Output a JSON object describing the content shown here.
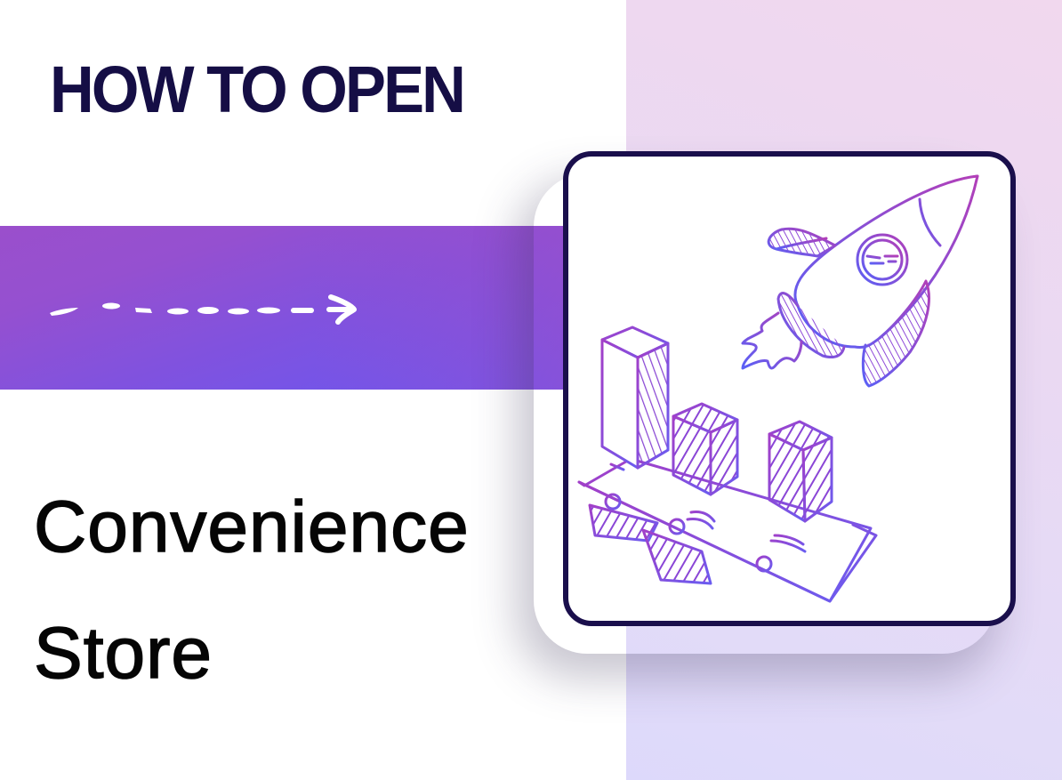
{
  "header": {
    "title": "HOW TO OPEN"
  },
  "subtitle": {
    "line1": "Convenience",
    "line2": "Store"
  },
  "decor": {
    "arrow_icon": "dashed-arrow-right",
    "illustration": "rocket-and-bar-chart-sketch"
  },
  "colors": {
    "title": "#150e45",
    "band_top": "#9a4fcc",
    "band_bottom": "#6858f2",
    "card_border": "#1a0f4c",
    "sketch_purple": "#a23fc8",
    "sketch_blue": "#6a5cf0",
    "panel_top": "#f1d8ee",
    "panel_bottom": "#ddd9fb"
  }
}
